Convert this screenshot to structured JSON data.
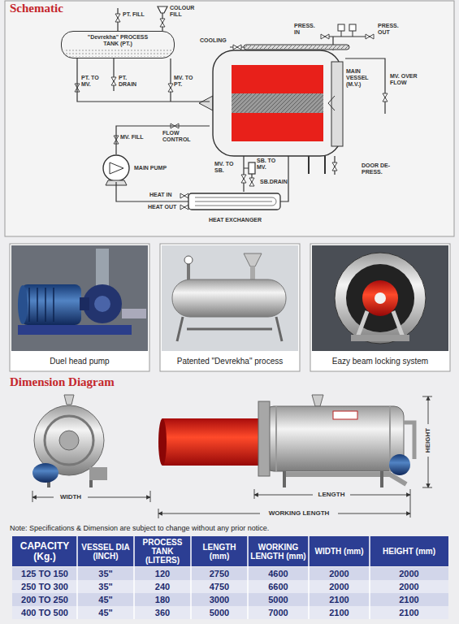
{
  "diagram": {
    "title": "Schematic",
    "nodes": [
      {
        "text": [
          "\"Devrekha\" PROCESS TANK (PT.)"
        ]
      },
      {
        "text": [
          "MAIN VESSEL (M.V.)"
        ]
      },
      {
        "text": [
          "MAIN PUMP"
        ]
      },
      {
        "text": [
          "HEAT EXCHANGER"
        ]
      },
      {
        "text": [
          "Duel head pump"
        ]
      },
      {
        "text": [
          "Patented \"Devrekha\" process"
        ]
      },
      {
        "text": [
          "Eazy beam locking system"
        ]
      }
    ],
    "edges": [
      {
        "from": 0,
        "to": 1,
        "arrow": "none"
      },
      {
        "from": 2,
        "to": 1,
        "arrow": "none"
      },
      {
        "from": 3,
        "to": 2,
        "arrow": "none"
      }
    ],
    "labels": [
      "PT. FILL",
      "COLOUR FILL",
      "COOLING",
      "PRESS. IN",
      "PRESS. OUT",
      "MV. OVER FLOW",
      "PT. TO MV.",
      "PT. DRAIN",
      "MV. TO PT.",
      "MV. FILL",
      "FLOW CONTROL",
      "MV. TO SB.",
      "SB. TO MV.",
      "SB.DRAIN",
      "DOOR DE-PRESS.",
      "HEAT IN",
      "HEAT OUT",
      "Dimension Diagram",
      "WIDTH",
      "LENGTH",
      "WORKING LENGTH",
      "HEIGHT",
      "Note: Specifications & Dimension are subject to change without any prior notice.",
      "CAPACITY (Kg.)",
      "VESSEL DIA (INCH)",
      "PROCESS TANK (LITERS)",
      "LENGTH (mm)",
      "WORKING LENGTH (mm)",
      "WIDTH (mm)",
      "HEIGHT (mm)",
      "125 TO 150",
      "35\"",
      "120",
      "2750",
      "4600",
      "2000",
      "2000",
      "250 TO 300",
      "35\"",
      "240",
      "4750",
      "6600",
      "2000",
      "2000",
      "200 TO 250",
      "45\"",
      "180",
      "3000",
      "5000",
      "2100",
      "2100",
      "400 TO 500",
      "45\"",
      "360",
      "5000",
      "7000",
      "2100",
      "2100"
    ]
  }
}
